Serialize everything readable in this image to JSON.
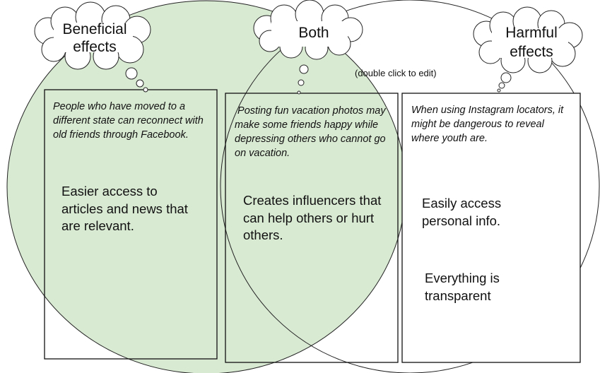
{
  "diagram": {
    "hint": "(double click to edit)",
    "clouds": {
      "beneficial": [
        "Beneficial",
        "effects"
      ],
      "both": "Both",
      "harmful": [
        "Harmful",
        "effects"
      ]
    },
    "columns": {
      "beneficial": {
        "example": "People who have moved to a different state can reconnect with old friends through Facebook.",
        "items": [
          "Easier access to articles and news that are relevant."
        ]
      },
      "both": {
        "example": " Posting fun vacation photos may make some friends happy while depressing others who cannot go on vacation.",
        "items": [
          "Creates influencers that can help others or hurt others."
        ]
      },
      "harmful": {
        "example": "When using Instagram locators, it might be dangerous to reveal where youth are.",
        "items": [
          "Easily access personal info.",
          "Everything is transparent"
        ]
      }
    },
    "colors": {
      "left_circle_fill": "#d9ead3",
      "stroke": "#222222",
      "background": "#ffffff"
    }
  }
}
